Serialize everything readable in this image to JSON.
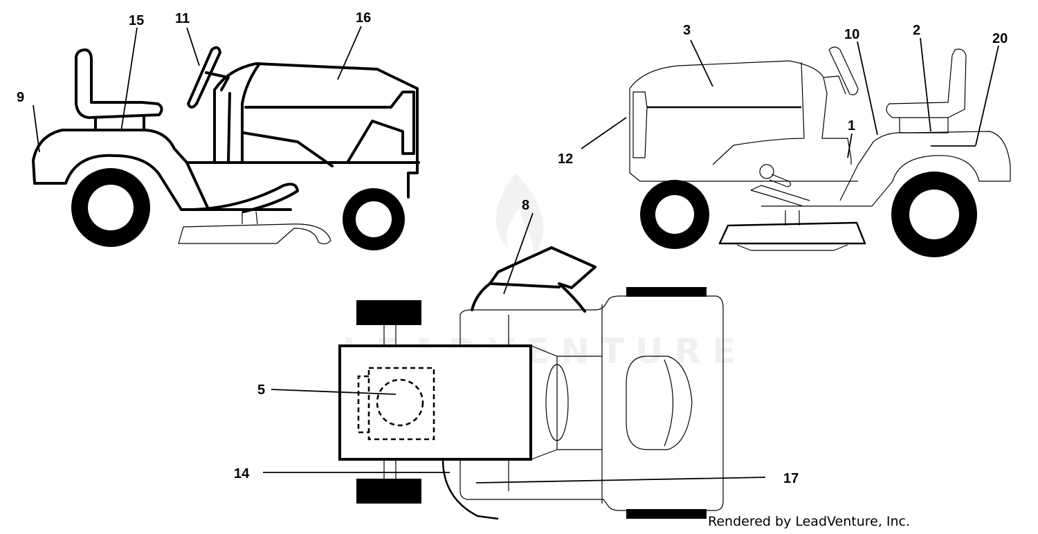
{
  "callouts": [
    {
      "id": "c1",
      "label": "1"
    },
    {
      "id": "c2",
      "label": "2"
    },
    {
      "id": "c3",
      "label": "3"
    },
    {
      "id": "c5",
      "label": "5"
    },
    {
      "id": "c8",
      "label": "8"
    },
    {
      "id": "c9",
      "label": "9"
    },
    {
      "id": "c10",
      "label": "10"
    },
    {
      "id": "c11",
      "label": "11"
    },
    {
      "id": "c12",
      "label": "12"
    },
    {
      "id": "c14",
      "label": "14"
    },
    {
      "id": "c15",
      "label": "15"
    },
    {
      "id": "c16",
      "label": "16"
    },
    {
      "id": "c17",
      "label": "17"
    },
    {
      "id": "c20",
      "label": "20"
    }
  ],
  "watermark": {
    "text": "LEADVENTURE"
  },
  "credit": {
    "text": "Rendered by LeadVenture, Inc."
  }
}
